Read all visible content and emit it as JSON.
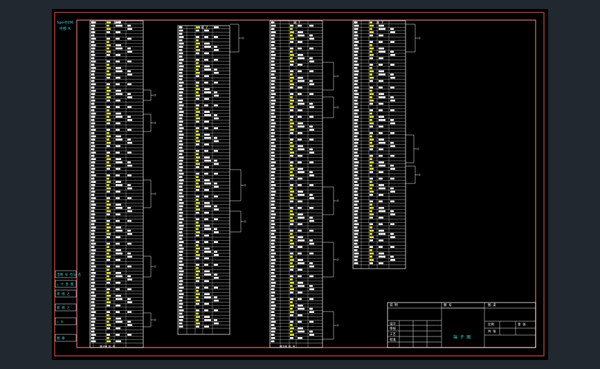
{
  "colors": {
    "background": "#212830",
    "sheet": "#000000",
    "frame_outer": "#d04848",
    "frame_inner": "#e07070",
    "grid": "#ffffff",
    "cyan": "#3ad7e6",
    "yellow": "#e8e840"
  },
  "left_strip": {
    "top_labels": [
      "Sga×0106",
      "中部 K"
    ],
    "bottom_labels": [
      "出图 号 位与 名",
      "△ 计 签 图",
      "审 图 之",
      "套 图 之",
      "△ 么",
      "图 章"
    ]
  },
  "table_headers": [
    "1",
    "1",
    "1",
    "1"
  ],
  "table_titles": [
    "端 子",
    "端 子",
    "端 子",
    "端 子"
  ],
  "table_footers": [
    "端子排 标 号",
    "",
    "端子排 标 号",
    ""
  ],
  "title_block": {
    "cells": [
      "说 明",
      "图 号",
      "图 说",
      "设计",
      "审核",
      "工艺",
      "批准",
      "比例",
      "共 张",
      "第 张"
    ],
    "drawing_name": "端 子 图"
  }
}
